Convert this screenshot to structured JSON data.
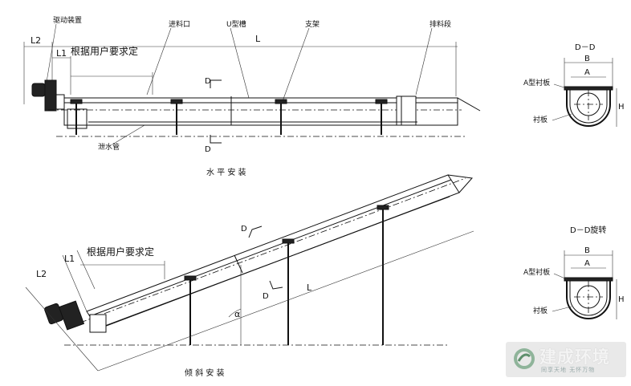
{
  "top_view": {
    "labels": {
      "drive": "驱动装置",
      "inlet": "进料口",
      "trough": "U型槽",
      "support": "支架",
      "outlet": "排料段",
      "drain": "泄水管",
      "L2": "L2",
      "L1": "L1",
      "L": "L",
      "user_spec": "根据用户要求定",
      "D_mark_top": "D",
      "D_mark_bottom": "D"
    },
    "caption": "水 平 安 装"
  },
  "inclined_view": {
    "labels": {
      "user_spec": "根据用户要求定",
      "L2": "L2",
      "L1": "L1",
      "L": "L",
      "alpha": "α",
      "D_mark_top": "D",
      "D_mark_bottom": "D"
    },
    "caption": "倾 斜 安 装"
  },
  "section_top": {
    "header": "D－D",
    "labels": {
      "B": "B",
      "A": "A",
      "H": "H",
      "liner": "A型衬板",
      "plate": "衬板"
    }
  },
  "section_bottom": {
    "header": "D－D旋转",
    "labels": {
      "B": "B",
      "A": "A",
      "H": "H",
      "liner": "A型衬板",
      "plate": "衬板"
    }
  },
  "watermark": {
    "title": "建成环境",
    "subtitle": "同享天地 无怀万物"
  }
}
